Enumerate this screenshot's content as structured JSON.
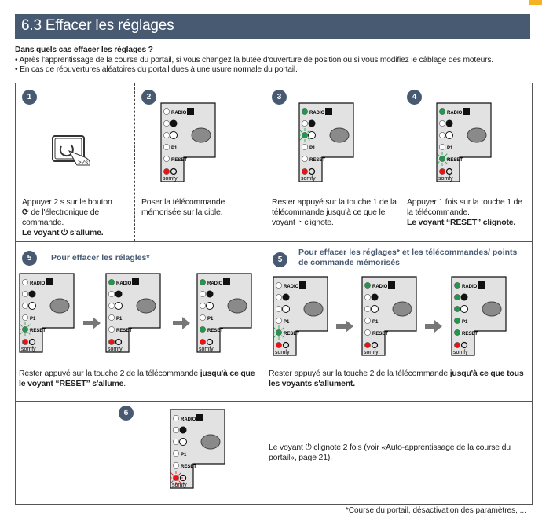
{
  "section": {
    "title": "6.3 Effacer les réglages",
    "accent_color": "#f5b324",
    "header_color": "#475a72"
  },
  "intro": {
    "heading": "Dans quels cas effacer les réglages ?",
    "bullets": [
      "• Après l'apprentissage de la course du portail, si vous changez la butée d'ouverture de position ou si vous modifiez le câblage des moteurs.",
      "• En cas de réouvertures aléatoires du portail dues à une usure normale du portail."
    ]
  },
  "panel_labels": {
    "radio": "RADIO",
    "p1": "P1",
    "reset": "RESET",
    "brand": "somfy"
  },
  "steps": [
    {
      "num": "1",
      "text": "Appuyer 2 s sur le bouton",
      "text2": "de l'électronique de commande.",
      "bold": "Le voyant ⏻ s'allume.",
      "icon_label": ">2s"
    },
    {
      "num": "2",
      "text": "Poser la télécommande mémorisée sur la cible."
    },
    {
      "num": "3",
      "text": "Rester appuyé sur la touche 1 de la télécommande jusqu'à ce que le voyant",
      "text2": "clignote."
    },
    {
      "num": "4",
      "text": "Appuyer 1 fois sur la touche 1 de la télécommande.",
      "bold": "Le voyant “RESET” clignote."
    },
    {
      "num": "5",
      "subtitle": "Pour effacer les rélagles*",
      "text": "Rester appuyé sur la touche 2 de la télécommande ",
      "bold": "jusqu'à ce que le voyant “RESET” s'allume",
      "tail": "."
    },
    {
      "num": "5",
      "subtitle": "Pour effacer les réglages* et les télécommandes/ points de commande mémorisés",
      "text": "Rester appuyé sur la touche 2 de la télécommande ",
      "bold": "jusqu'à ce que tous les voyants s'allument."
    },
    {
      "num": "6",
      "text": "Le voyant ⏻ clignote 2 fois (voir «Auto-apprentissage de la course du portail», page 21)."
    }
  ],
  "footnote": "*Course du portail, désactivation des paramètres, ..."
}
